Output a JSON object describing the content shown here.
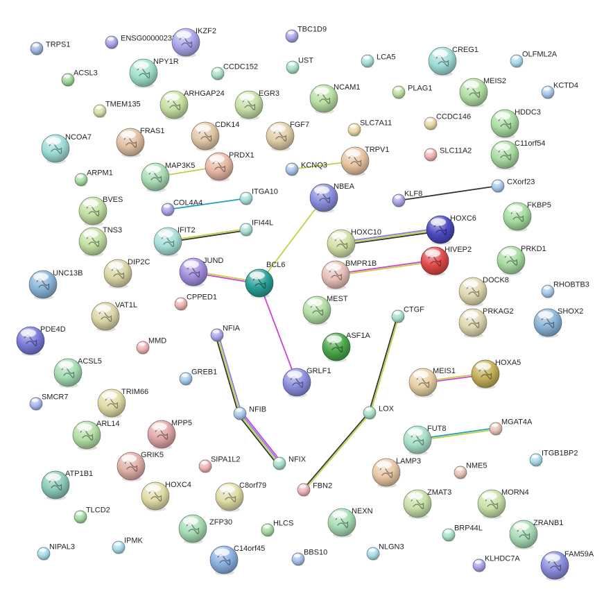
{
  "network": {
    "nodes": [
      {
        "id": "TRPS1",
        "label": "TRPS1",
        "color": "#9db7e0",
        "size": "small",
        "structure": false
      },
      {
        "id": "ENSG00000233297",
        "label": "ENSG00000233297",
        "color": "#a9a6e8",
        "size": "small",
        "structure": false
      },
      {
        "id": "IKZF2",
        "label": "IKZF2",
        "color": "#a9a6e8",
        "size": "large",
        "structure": true
      },
      {
        "id": "TBC1D9",
        "label": "TBC1D9",
        "color": "#a9a6e8",
        "size": "small",
        "structure": false
      },
      {
        "id": "ACSL3",
        "label": "ACSL3",
        "color": "#9fd89b",
        "size": "small",
        "structure": false
      },
      {
        "id": "NPY1R",
        "label": "NPY1R",
        "color": "#9ee0c8",
        "size": "large",
        "structure": true
      },
      {
        "id": "CCDC152",
        "label": "CCDC152",
        "color": "#a8e0c8",
        "size": "small",
        "structure": false
      },
      {
        "id": "UST",
        "label": "UST",
        "color": "#a8e0c8",
        "size": "small",
        "structure": false
      },
      {
        "id": "LCA5",
        "label": "LCA5",
        "color": "#a8e0d8",
        "size": "small",
        "structure": false
      },
      {
        "id": "CREG1",
        "label": "CREG1",
        "color": "#9edcd8",
        "size": "large",
        "structure": true
      },
      {
        "id": "OLFML2A",
        "label": "OLFML2A",
        "color": "#a8dcea",
        "size": "small",
        "structure": false
      },
      {
        "id": "MEIS2",
        "label": "MEIS2",
        "color": "#b2dfa4",
        "size": "large",
        "structure": true
      },
      {
        "id": "KCTD4",
        "label": "KCTD4",
        "color": "#a7c9ea",
        "size": "small",
        "structure": false
      },
      {
        "id": "TMEM135",
        "label": "TMEM135",
        "color": "#d6e0a6",
        "size": "small",
        "structure": false
      },
      {
        "id": "ARHGAP24",
        "label": "ARHGAP24",
        "color": "#c6e0a2",
        "size": "large",
        "structure": true
      },
      {
        "id": "EGR3",
        "label": "EGR3",
        "color": "#c8e0a8",
        "size": "large",
        "structure": true
      },
      {
        "id": "NCAM1",
        "label": "NCAM1",
        "color": "#b8e0a2",
        "size": "large",
        "structure": true
      },
      {
        "id": "PLAG1",
        "label": "PLAG1",
        "color": "#bfe0a2",
        "size": "small",
        "structure": false
      },
      {
        "id": "CCDC146",
        "label": "CCDC146",
        "color": "#e8d9a6",
        "size": "small",
        "structure": false
      },
      {
        "id": "HDDC3",
        "label": "HDDC3",
        "color": "#a9dca2",
        "size": "large",
        "structure": true
      },
      {
        "id": "NCOA7",
        "label": "NCOA7",
        "color": "#9edcd8",
        "size": "large",
        "structure": true
      },
      {
        "id": "FRAS1",
        "label": "FRAS1",
        "color": "#e0c0a2",
        "size": "large",
        "structure": true
      },
      {
        "id": "CDK14",
        "label": "CDK14",
        "color": "#e0c8a6",
        "size": "large",
        "structure": true
      },
      {
        "id": "FGF7",
        "label": "FGF7",
        "color": "#e0cfa8",
        "size": "large",
        "structure": true
      },
      {
        "id": "SLC7A11",
        "label": "SLC7A11",
        "color": "#e8d9a6",
        "size": "small",
        "structure": false
      },
      {
        "id": "C11orf54",
        "label": "C11orf54",
        "color": "#a9dca2",
        "size": "large",
        "structure": true
      },
      {
        "id": "SLC11A2",
        "label": "SLC11A2",
        "color": "#eeb4b4",
        "size": "small",
        "structure": false
      },
      {
        "id": "ARPM1",
        "label": "ARPM1",
        "color": "#a6dca2",
        "size": "small",
        "structure": false
      },
      {
        "id": "MAP3K5",
        "label": "MAP3K5",
        "color": "#a9dcb4",
        "size": "large",
        "structure": true
      },
      {
        "id": "PRDX1",
        "label": "PRDX1",
        "color": "#e8b8a6",
        "size": "large",
        "structure": true
      },
      {
        "id": "KCNQ3",
        "label": "KCNQ3",
        "color": "#a7c3ea",
        "size": "small",
        "structure": false
      },
      {
        "id": "TRPV1",
        "label": "TRPV1",
        "color": "#e8c4a2",
        "size": "large",
        "structure": true
      },
      {
        "id": "CXorf23",
        "label": "CXorf23",
        "color": "#a7cbea",
        "size": "small",
        "structure": false
      },
      {
        "id": "KLF8",
        "label": "KLF8",
        "color": "#a9a6e8",
        "size": "small",
        "structure": false
      },
      {
        "id": "BVES",
        "label": "BVES",
        "color": "#c2e0a2",
        "size": "large",
        "structure": true
      },
      {
        "id": "ITGA10",
        "label": "ITGA10",
        "color": "#a8e0d8",
        "size": "small",
        "structure": false
      },
      {
        "id": "COL4A4",
        "label": "COL4A4",
        "color": "#a9a6e8",
        "size": "small",
        "structure": false
      },
      {
        "id": "NBEA",
        "label": "NBEA",
        "color": "#8a8ede",
        "size": "large",
        "structure": true
      },
      {
        "id": "FKBP5",
        "label": "FKBP5",
        "color": "#a6dca2",
        "size": "large",
        "structure": true
      },
      {
        "id": "TNS3",
        "label": "TNS3",
        "color": "#c2e0a2",
        "size": "large",
        "structure": true
      },
      {
        "id": "IFIT2",
        "label": "IFIT2",
        "color": "#a8e0d8",
        "size": "large",
        "structure": true
      },
      {
        "id": "IFI44L",
        "label": "IFI44L",
        "color": "#a8e0d8",
        "size": "small",
        "structure": false
      },
      {
        "id": "HOXC10",
        "label": "HOXC10",
        "color": "#d0e0a6",
        "size": "large",
        "structure": true
      },
      {
        "id": "HOXC6",
        "label": "HOXC6",
        "color": "#4a4ac0",
        "size": "large",
        "structure": true
      },
      {
        "id": "PRKD1",
        "label": "PRKD1",
        "color": "#a6dca2",
        "size": "large",
        "structure": true
      },
      {
        "id": "HIVEP2",
        "label": "HIVEP2",
        "color": "#e04a4a",
        "size": "large",
        "structure": true
      },
      {
        "id": "UNC13B",
        "label": "UNC13B",
        "color": "#8ab4d8",
        "size": "large",
        "structure": true
      },
      {
        "id": "DIP2C",
        "label": "DIP2C",
        "color": "#d9d6a6",
        "size": "large",
        "structure": true
      },
      {
        "id": "JUND",
        "label": "JUND",
        "color": "#a48ee0",
        "size": "large",
        "structure": true
      },
      {
        "id": "BCL6",
        "label": "BCL6",
        "color": "#2aa098",
        "size": "large",
        "structure": true
      },
      {
        "id": "BMPR1B",
        "label": "BMPR1B",
        "color": "#e8c0b8",
        "size": "large",
        "structure": true
      },
      {
        "id": "DOCK8",
        "label": "DOCK8",
        "color": "#e0d8b0",
        "size": "large",
        "structure": true
      },
      {
        "id": "RHOBTB3",
        "label": "RHOBTB3",
        "color": "#a7cbea",
        "size": "small",
        "structure": false
      },
      {
        "id": "CPPED1",
        "label": "CPPED1",
        "color": "#eeb4b4",
        "size": "small",
        "structure": false
      },
      {
        "id": "VAT1L",
        "label": "VAT1L",
        "color": "#d9d6a6",
        "size": "large",
        "structure": true
      },
      {
        "id": "MEST",
        "label": "MEST",
        "color": "#b2dfa4",
        "size": "large",
        "structure": true
      },
      {
        "id": "CTGF",
        "label": "CTGF",
        "color": "#a8e0c8",
        "size": "small",
        "structure": false
      },
      {
        "id": "PRKAG2",
        "label": "PRKAG2",
        "color": "#e0d8b0",
        "size": "large",
        "structure": true
      },
      {
        "id": "SHOX2",
        "label": "SHOX2",
        "color": "#8ab4d8",
        "size": "large",
        "structure": true
      },
      {
        "id": "PDE4D",
        "label": "PDE4D",
        "color": "#7a7ad8",
        "size": "large",
        "structure": true
      },
      {
        "id": "NFIA",
        "label": "NFIA",
        "color": "#a9a6e8",
        "size": "small",
        "structure": false
      },
      {
        "id": "MMD",
        "label": "MMD",
        "color": "#eeb4b4",
        "size": "small",
        "structure": false
      },
      {
        "id": "ASF1A",
        "label": "ASF1A",
        "color": "#4aa84a",
        "size": "large",
        "structure": true
      },
      {
        "id": "ACSL5",
        "label": "ACSL5",
        "color": "#a6dcb4",
        "size": "large",
        "structure": true
      },
      {
        "id": "GRLF1",
        "label": "GRLF1",
        "color": "#8a8ede",
        "size": "large",
        "structure": true
      },
      {
        "id": "GREB1",
        "label": "GREB1",
        "color": "#a7cbea",
        "size": "small",
        "structure": false
      },
      {
        "id": "MEIS1",
        "label": "MEIS1",
        "color": "#e8d0a6",
        "size": "large",
        "structure": true
      },
      {
        "id": "HOXA5",
        "label": "HOXA5",
        "color": "#c4b058",
        "size": "large",
        "structure": true
      },
      {
        "id": "TRIM66",
        "label": "TRIM66",
        "color": "#e0dca6",
        "size": "large",
        "structure": true
      },
      {
        "id": "SMCR7",
        "label": "SMCR7",
        "color": "#a7b8ea",
        "size": "small",
        "structure": false
      },
      {
        "id": "NFIB",
        "label": "NFIB",
        "color": "#a7cbea",
        "size": "small",
        "structure": false
      },
      {
        "id": "LOX",
        "label": "LOX",
        "color": "#a8e0c8",
        "size": "small",
        "structure": false
      },
      {
        "id": "ARL14",
        "label": "ARL14",
        "color": "#b2dfa4",
        "size": "large",
        "structure": true
      },
      {
        "id": "MPP5",
        "label": "MPP5",
        "color": "#e0a6a6",
        "size": "large",
        "structure": true
      },
      {
        "id": "FUT8",
        "label": "FUT8",
        "color": "#a8e0c8",
        "size": "large",
        "structure": true
      },
      {
        "id": "MGAT4A",
        "label": "MGAT4A",
        "color": "#e8c4b8",
        "size": "small",
        "structure": false
      },
      {
        "id": "GRIK5",
        "label": "GRIK5",
        "color": "#e0b0a6",
        "size": "large",
        "structure": true
      },
      {
        "id": "SIPA1L2",
        "label": "SIPA1L2",
        "color": "#eeb4b4",
        "size": "small",
        "structure": false
      },
      {
        "id": "NFIX",
        "label": "NFIX",
        "color": "#a8e0c8",
        "size": "small",
        "structure": false
      },
      {
        "id": "LAMP3",
        "label": "LAMP3",
        "color": "#e8c8a6",
        "size": "large",
        "structure": true
      },
      {
        "id": "NME5",
        "label": "NME5",
        "color": "#e8c4b8",
        "size": "small",
        "structure": false
      },
      {
        "id": "ITGB1BP2",
        "label": "ITGB1BP2",
        "color": "#a8dcea",
        "size": "small",
        "structure": false
      },
      {
        "id": "ATP1B1",
        "label": "ATP1B1",
        "color": "#8acab8",
        "size": "large",
        "structure": true
      },
      {
        "id": "HOXC4",
        "label": "HOXC4",
        "color": "#e0dca6",
        "size": "large",
        "structure": true
      },
      {
        "id": "C8orf79",
        "label": "C8orf79",
        "color": "#e0dca6",
        "size": "large",
        "structure": true
      },
      {
        "id": "FBN2",
        "label": "FBN2",
        "color": "#eeb4b4",
        "size": "small",
        "structure": false
      },
      {
        "id": "ZMAT3",
        "label": "ZMAT3",
        "color": "#c8e0a8",
        "size": "large",
        "structure": true
      },
      {
        "id": "MORN4",
        "label": "MORN4",
        "color": "#c8e0a8",
        "size": "large",
        "structure": true
      },
      {
        "id": "TLCD2",
        "label": "TLCD2",
        "color": "#a6dca2",
        "size": "small",
        "structure": false
      },
      {
        "id": "ZFP30",
        "label": "ZFP30",
        "color": "#a6dcb4",
        "size": "large",
        "structure": true
      },
      {
        "id": "HLCS",
        "label": "HLCS",
        "color": "#a6dca2",
        "size": "small",
        "structure": false
      },
      {
        "id": "NEXN",
        "label": "NEXN",
        "color": "#a6dcb4",
        "size": "large",
        "structure": true
      },
      {
        "id": "BRP44L",
        "label": "BRP44L",
        "color": "#a8e0c8",
        "size": "small",
        "structure": false
      },
      {
        "id": "ZRANB1",
        "label": "ZRANB1",
        "color": "#a6dcb4",
        "size": "large",
        "structure": true
      },
      {
        "id": "NIPAL3",
        "label": "NIPAL3",
        "color": "#a8dcea",
        "size": "small",
        "structure": false
      },
      {
        "id": "IPMK",
        "label": "IPMK",
        "color": "#a8dcea",
        "size": "small",
        "structure": false
      },
      {
        "id": "C14orf45",
        "label": "C14orf45",
        "color": "#8ab0e0",
        "size": "large",
        "structure": true
      },
      {
        "id": "BBS10",
        "label": "BBS10",
        "color": "#a7c3ea",
        "size": "small",
        "structure": false
      },
      {
        "id": "NLGN3",
        "label": "NLGN3",
        "color": "#a8dcea",
        "size": "small",
        "structure": false
      },
      {
        "id": "KLHDC7A",
        "label": "KLHDC7A",
        "color": "#a9a6e8",
        "size": "small",
        "structure": false
      },
      {
        "id": "FAM59A",
        "label": "FAM59A",
        "color": "#8a8ede",
        "size": "large",
        "structure": true
      }
    ],
    "edges": [
      {
        "from": "MAP3K5",
        "to": "PRDX1",
        "channels": [
          "#c0d040"
        ]
      },
      {
        "from": "KCNQ3",
        "to": "TRPV1",
        "channels": [
          "#c0d040"
        ]
      },
      {
        "from": "KLF8",
        "to": "CXorf23",
        "channels": [
          "#333333"
        ]
      },
      {
        "from": "COL4A4",
        "to": "ITGA10",
        "channels": [
          "#20a0c0"
        ]
      },
      {
        "from": "IFIT2",
        "to": "IFI44L",
        "channels": [
          "#c0d040",
          "#333333"
        ]
      },
      {
        "from": "NBEA",
        "to": "BCL6",
        "channels": [
          "#c0d040"
        ]
      },
      {
        "from": "HOXC10",
        "to": "HOXC6",
        "channels": [
          "#8080e0",
          "#c0d040",
          "#333333"
        ]
      },
      {
        "from": "BMPR1B",
        "to": "HIVEP2",
        "channels": [
          "#d040d0",
          "#c0d040"
        ]
      },
      {
        "from": "JUND",
        "to": "BCL6",
        "channels": [
          "#c0d040",
          "#d040d0"
        ]
      },
      {
        "from": "BCL6",
        "to": "GRLF1",
        "channels": [
          "#d040d0"
        ]
      },
      {
        "from": "NFIA",
        "to": "NFIB",
        "channels": [
          "#8080e0",
          "#c0d040",
          "#333333"
        ]
      },
      {
        "from": "NFIB",
        "to": "NFIX",
        "channels": [
          "#d040d0",
          "#8080e0",
          "#c0d040",
          "#333333"
        ]
      },
      {
        "from": "CTGF",
        "to": "LOX",
        "channels": [
          "#c0d040",
          "#333333"
        ]
      },
      {
        "from": "LOX",
        "to": "FBN2",
        "channels": [
          "#c0d040",
          "#333333"
        ]
      },
      {
        "from": "MEIS1",
        "to": "HOXA5",
        "channels": [
          "#c0d040",
          "#d040d0"
        ]
      },
      {
        "from": "FUT8",
        "to": "MGAT4A",
        "channels": [
          "#20a0c0",
          "#c0d040"
        ]
      }
    ]
  }
}
